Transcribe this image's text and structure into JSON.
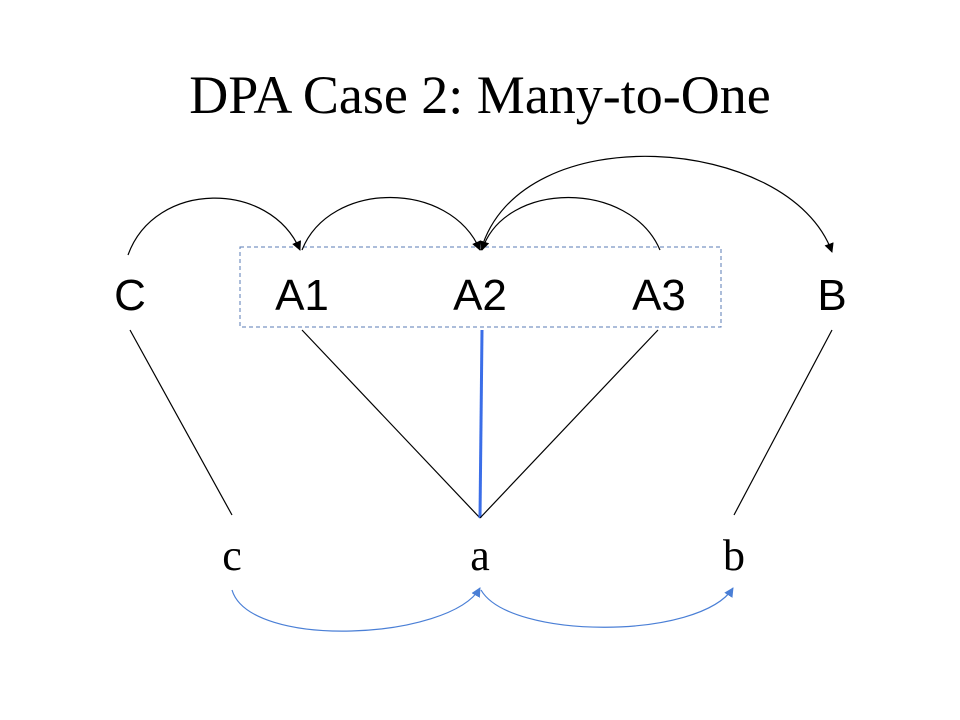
{
  "slide": {
    "title": "DPA Case 2:  Many-to-One"
  },
  "upper_nodes": [
    {
      "id": "C",
      "label": "C"
    },
    {
      "id": "A1",
      "label": "A1"
    },
    {
      "id": "A2",
      "label": "A2"
    },
    {
      "id": "A3",
      "label": "A3"
    },
    {
      "id": "B",
      "label": "B"
    }
  ],
  "lower_nodes": [
    {
      "id": "c",
      "label": "c"
    },
    {
      "id": "a",
      "label": "a"
    },
    {
      "id": "b",
      "label": "b"
    }
  ],
  "colors": {
    "black_line": "#000000",
    "highlight_line": "#3b6ee8",
    "lower_arc": "#4a7fd6",
    "group_box": "#5a7bb5"
  },
  "group_box": {
    "members": [
      "A1",
      "A2",
      "A3"
    ],
    "style": "dashed"
  },
  "upper_arcs": [
    {
      "from": "C",
      "to": "A1"
    },
    {
      "from": "A1",
      "to": "A2"
    },
    {
      "from": "A3",
      "to": "A2"
    },
    {
      "from": "A2",
      "to": "B"
    }
  ],
  "links": [
    {
      "from": "C",
      "to": "c"
    },
    {
      "from": "A1",
      "to": "a"
    },
    {
      "from": "A2",
      "to": "a",
      "highlight": true
    },
    {
      "from": "A3",
      "to": "a"
    },
    {
      "from": "B",
      "to": "b"
    }
  ],
  "lower_arcs": [
    {
      "from": "c",
      "to": "a"
    },
    {
      "from": "a",
      "to": "b"
    }
  ]
}
